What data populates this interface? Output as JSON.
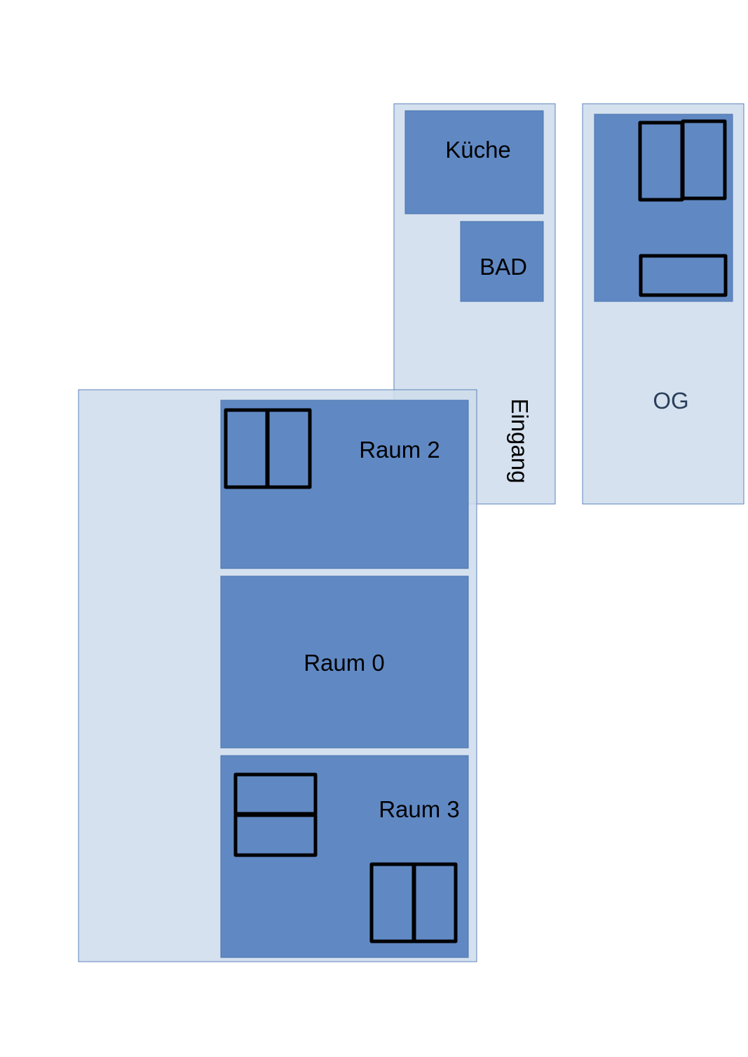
{
  "colors": {
    "zone_fill": "#cfddec",
    "zone_stroke": "#5b83bd",
    "room_fill": "#6089c4",
    "furniture_stroke": "#000000",
    "og_label": "#2a3f5c"
  },
  "labels": {
    "kueche": "Küche",
    "bad": "BAD",
    "eingang": "Eingang",
    "og": "OG",
    "raum2": "Raum 2",
    "raum0": "Raum 0",
    "raum3": "Raum 3"
  },
  "furniture": {
    "og_double_block": "double-vertical-block",
    "og_single_block": "horizontal-block",
    "raum2_block": "double-vertical-block",
    "raum3_stacked_block": "double-horizontal-block",
    "raum3_double_block": "double-vertical-block"
  }
}
